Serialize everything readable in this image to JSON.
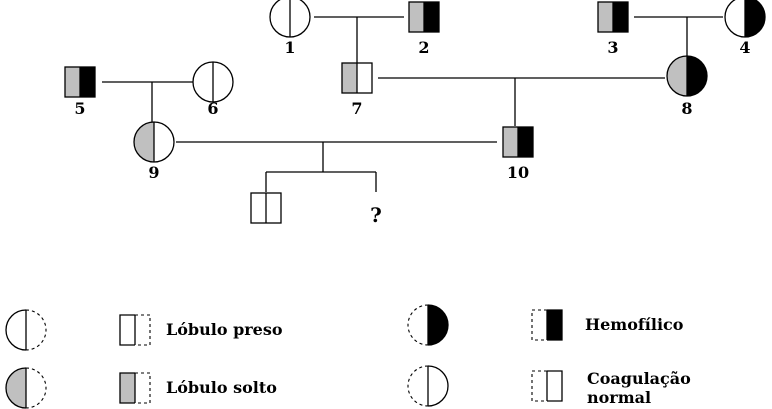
{
  "colors": {
    "gray": "#c0c0c0",
    "black": "#000000",
    "white": "#ffffff"
  },
  "individuals": [
    {
      "id": "1",
      "label": "1",
      "sex": "female",
      "left": "white",
      "right": "white"
    },
    {
      "id": "2",
      "label": "2",
      "sex": "male",
      "left": "gray",
      "right": "black"
    },
    {
      "id": "3",
      "label": "3",
      "sex": "male",
      "left": "gray",
      "right": "black"
    },
    {
      "id": "4",
      "label": "4",
      "sex": "female",
      "left": "white",
      "right": "black"
    },
    {
      "id": "5",
      "label": "5",
      "sex": "male",
      "left": "gray",
      "right": "black"
    },
    {
      "id": "6",
      "label": "6",
      "sex": "female",
      "left": "white",
      "right": "white"
    },
    {
      "id": "7",
      "label": "7",
      "sex": "male",
      "left": "gray",
      "right": "white"
    },
    {
      "id": "8",
      "label": "8",
      "sex": "female",
      "left": "gray",
      "right": "black"
    },
    {
      "id": "9",
      "label": "9",
      "sex": "female",
      "left": "gray",
      "right": "white"
    },
    {
      "id": "10",
      "label": "10",
      "sex": "male",
      "left": "gray",
      "right": "black"
    },
    {
      "id": "11",
      "label": "",
      "sex": "male",
      "left": "white",
      "right": "white"
    }
  ],
  "unknown_child": {
    "label": "?"
  },
  "legend": [
    {
      "label": "",
      "sex": "female",
      "half": "left",
      "fill": "white"
    },
    {
      "label": "Lóbulo preso",
      "sex": "male",
      "half": "left",
      "fill": "white"
    },
    {
      "label": "",
      "sex": "female",
      "half": "right",
      "fill": "black"
    },
    {
      "label": "Hemofílico",
      "sex": "male",
      "half": "right",
      "fill": "black"
    },
    {
      "label": "",
      "sex": "female",
      "half": "left",
      "fill": "gray"
    },
    {
      "label": "Lóbulo solto",
      "sex": "male",
      "half": "left",
      "fill": "gray"
    },
    {
      "label": "",
      "sex": "female",
      "half": "right",
      "fill": "white"
    },
    {
      "label": [
        "Coagulação",
        "normal"
      ],
      "sex": "male",
      "half": "right",
      "fill": "white"
    }
  ]
}
